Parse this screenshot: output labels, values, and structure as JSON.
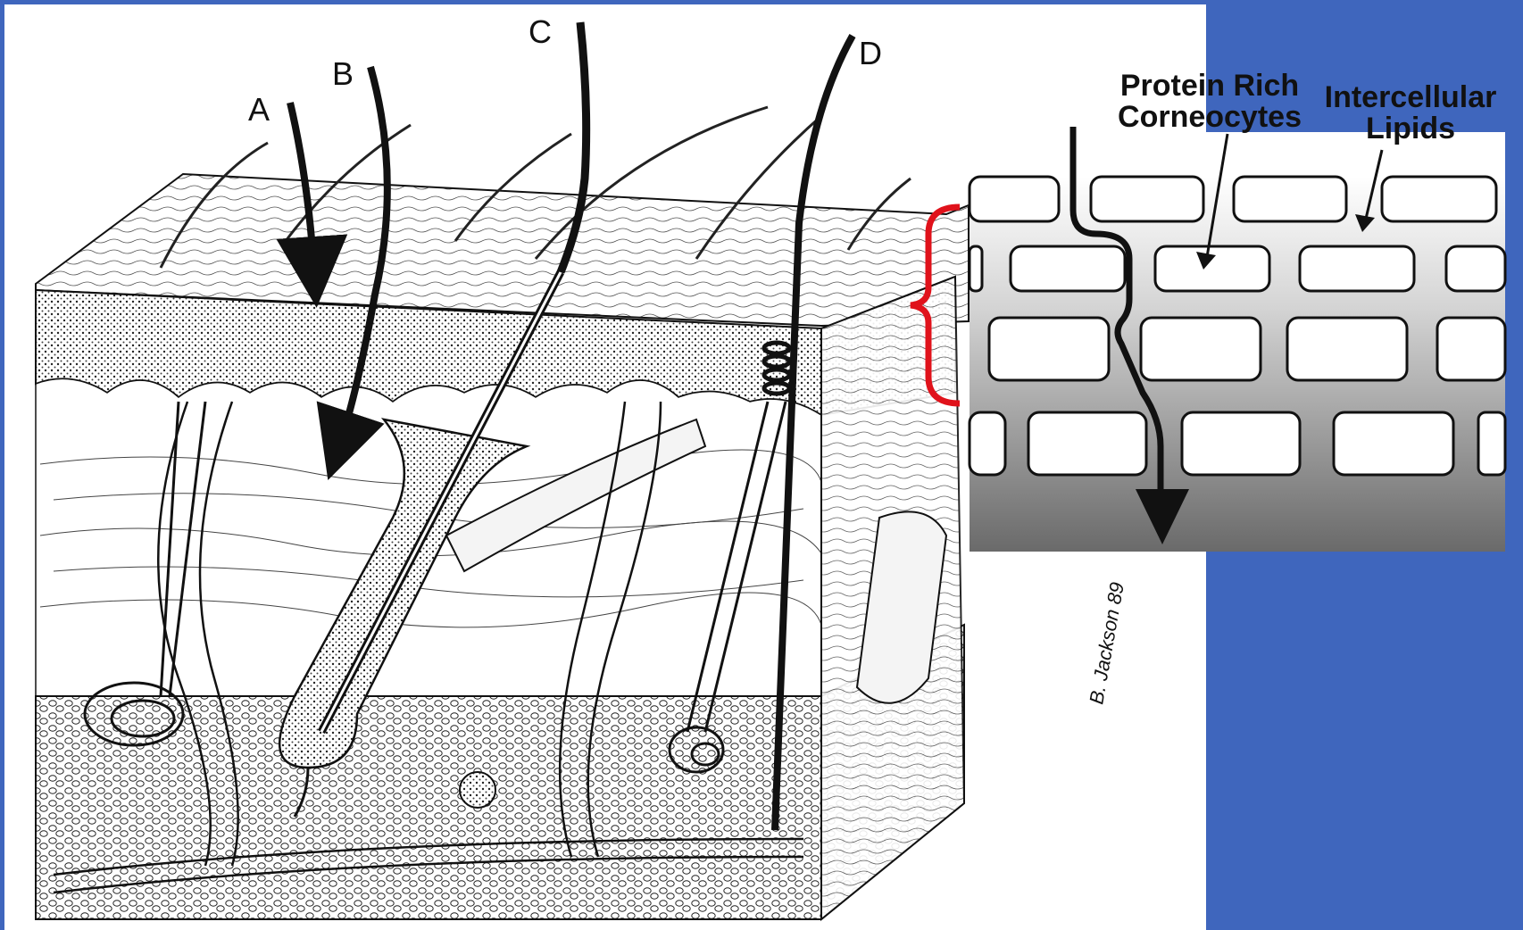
{
  "colors": {
    "background": "#3f66bd",
    "panel": "#ffffff",
    "ink": "#111111",
    "bracket": "#e0121b"
  },
  "labels": {
    "a": "A",
    "b": "B",
    "c": "C",
    "d": "D",
    "protein_rich": "Protein Rich",
    "corneocytes": "Corneocytes",
    "intercellular": "Intercellular",
    "lipids": "Lipids",
    "signature": "B. Jackson 89"
  }
}
